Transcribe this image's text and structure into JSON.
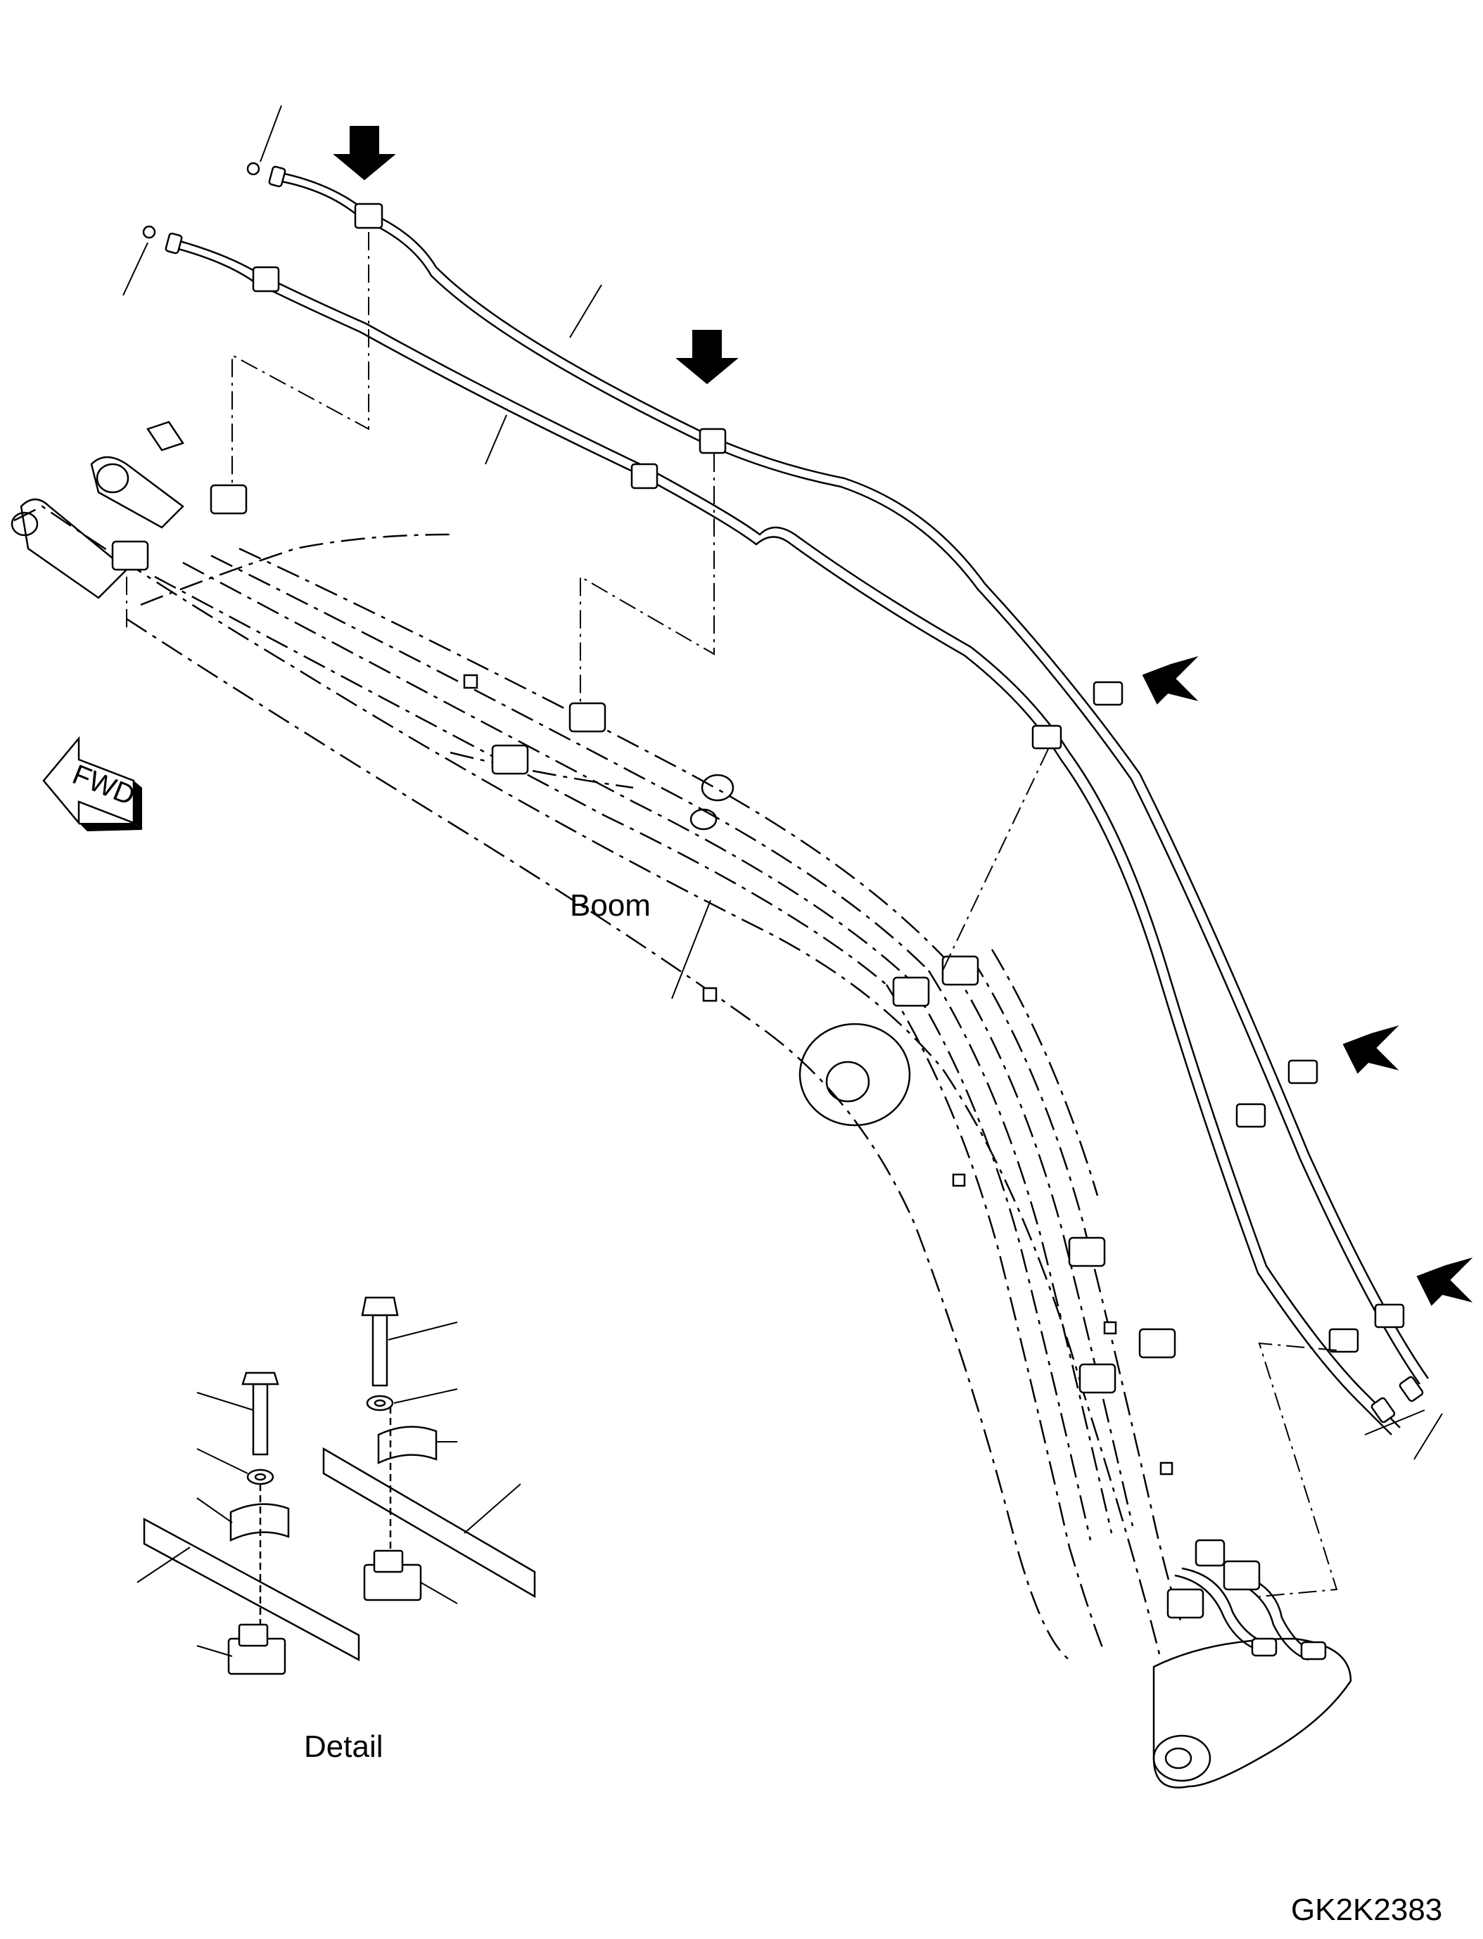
{
  "labels": {
    "fwd": "FWD",
    "boom": "Boom",
    "detail": "Detail",
    "code": "GK2K2383"
  },
  "colors": {
    "ink": "#000000",
    "paper": "#ffffff"
  },
  "icons": [
    "direction-arrow-icon",
    "fwd-arrow-icon"
  ]
}
